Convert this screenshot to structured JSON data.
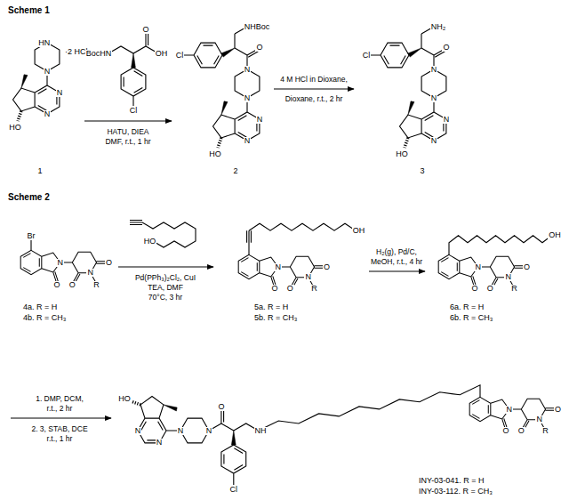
{
  "diagram": {
    "labels": [
      "Scheme 1",
      "HN",
      "·2 HCl",
      "N",
      "N",
      "N",
      "HO",
      "1",
      "BocHN",
      "O",
      "OH",
      "Cl",
      "HATU, DIEA",
      "DMF, r.t., 1 hr",
      "NHBoc",
      "O",
      "Cl",
      "N",
      "N",
      "N",
      "N",
      "HO",
      "2",
      "4 M HCl in Dioxane,",
      "Dioxane, r.t., 2 hr",
      "NH₂",
      "O",
      "Cl",
      "N",
      "N",
      "N",
      "N",
      "HO",
      "3",
      "Scheme 2",
      "Br",
      "N",
      "O",
      "O",
      "N",
      "R",
      "O",
      "4a. R = H",
      "4b. R = CH₃",
      "HO",
      "Pd(PPh₃)₂Cl₂, CuI",
      "TEA, DMF",
      "70°C, 3 hr",
      "OH",
      "N",
      "O",
      "O",
      "N",
      "R",
      "O",
      "5a. R = H",
      "5b. R = CH₃",
      "H₂(g), Pd/C,",
      "MeOH, r.t., 4 hr",
      "OH",
      "N",
      "O",
      "O",
      "N",
      "R",
      "O",
      "6a. R = H",
      "6b. R = CH₃",
      "1. DMP, DCM,",
      "r.t., 2 hr",
      "2. 3, STAB, DCE",
      "r.t., 1 hr",
      "HO",
      "N",
      "N",
      "N",
      "N",
      "O",
      "NH",
      "Cl",
      "N",
      "O",
      "O",
      "N",
      "R",
      "O",
      "INY-03-041. R = H",
      "INY-03-112. R = CH₃"
    ]
  }
}
